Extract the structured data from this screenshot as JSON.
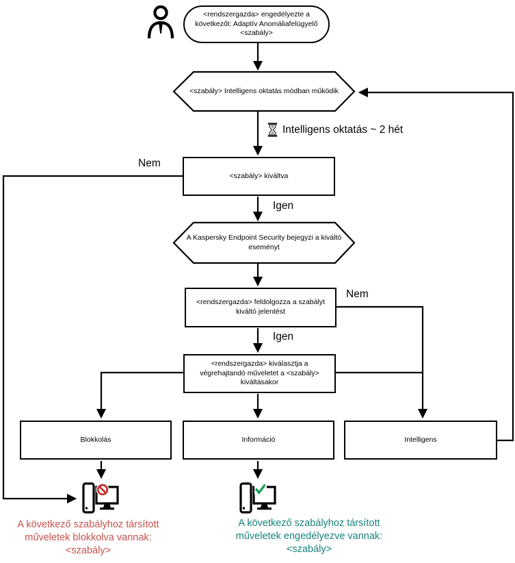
{
  "diagram": {
    "nodes": {
      "start": "<rendszergazda> engedélyezte a következőt: Adaptív Anomáliafelügyelő <szabály>",
      "training_mode": "<szabály> Intelligens oktatás módban működik",
      "rule_triggered": "<szabály> kiváltva",
      "event_logged": "A Kaspersky Endpoint Security bejegyzi a kiváltó eseményt",
      "report_processed": "<rendszergazda> feldolgozza a szabályt kiváltó jelentést",
      "action_selected": "<rendszergazda> kiválasztja a végrehajtandó műveletet a <szabály> kiváltásakor",
      "action_block": "Blokkolás",
      "action_inform": "Információ",
      "action_smart": "Intelligens"
    },
    "edge_labels": {
      "no_1": "Nem",
      "yes_1": "Igen",
      "no_2": "Nem",
      "yes_2": "Igen"
    },
    "annotations": {
      "training_duration": "Intelligens oktatás ~ 2 hét"
    },
    "outcomes": {
      "blocked": {
        "line1": "A következő szabályhoz társított",
        "line2": "műveletek blokkolva vannak:",
        "line3": "<szabály>",
        "color": "#c4534e"
      },
      "allowed": {
        "line1": "A következő szabályhoz társított",
        "line2": "műveletek engedélyezve vannak:",
        "line3": "<szabály>",
        "color": "#17837b"
      }
    },
    "icons": {
      "actor": "person-icon",
      "wait": "hourglass-icon",
      "blocked_pc": "computer-prohibition-icon",
      "allowed_pc": "computer-checkmark-icon"
    },
    "colors": {
      "line": "#000000",
      "node_fill": "#ffffff",
      "prohibition": "#c62f2a",
      "checkmark": "#1ba15e"
    }
  }
}
